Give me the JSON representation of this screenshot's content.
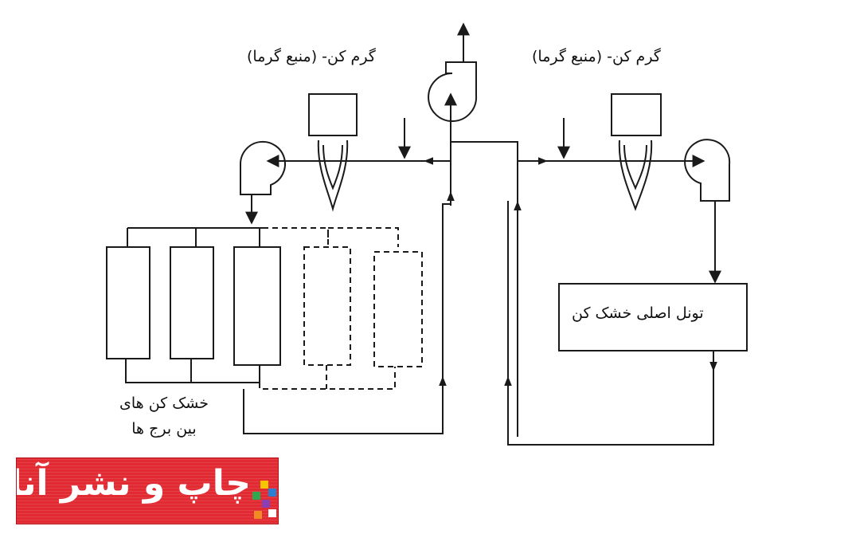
{
  "labels": {
    "heater_left": "گرم کن- (منبع گرما)",
    "heater_right": "گرم کن- (منبع گرما)",
    "main_tunnel": "تونل اصلی خشک کن",
    "intertower_line1": "خشک کن های",
    "intertower_line2": "بین برج ها"
  },
  "logo": {
    "text": "چاپ و نشر آنلاین",
    "colors": {
      "background": "#e12a32",
      "text": "#ffffff"
    }
  },
  "colors": {
    "line": "#1a1a1a"
  }
}
